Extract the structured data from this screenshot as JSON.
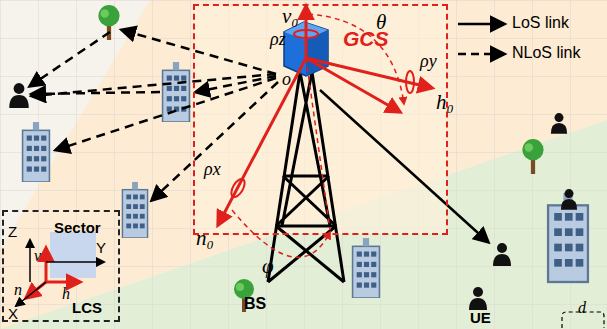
{
  "diagram": {
    "nodes": [
      {
        "text": [
          "GCS"
        ]
      },
      {
        "text": [
          "Sector",
          "LCS"
        ]
      }
    ],
    "labels": [
      "v₀",
      "θ",
      "ρz",
      "ρy",
      "h₀",
      "ρx",
      "n₀",
      "φ",
      "o",
      "BS",
      "UE",
      "d",
      "Z",
      "v",
      "Y",
      "h",
      "n",
      "X"
    ],
    "legend": [
      {
        "text": "LoS link"
      },
      {
        "text": "NLoS link"
      }
    ]
  }
}
